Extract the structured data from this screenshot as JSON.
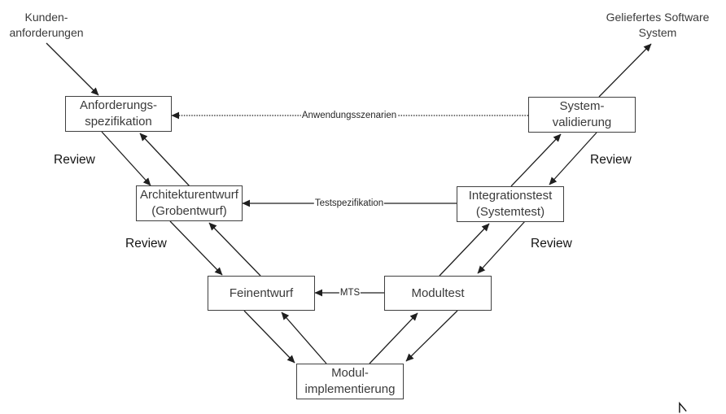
{
  "diagram": {
    "external_labels": {
      "input": "Kunden-\nanforderungen",
      "output": "Geliefertes Software\nSystem"
    },
    "nodes": [
      {
        "id": "anforderungsspezifikation",
        "label": "Anforderungs-\nspezifikation"
      },
      {
        "id": "systemvalidierung",
        "label": "System-\nvalidierung"
      },
      {
        "id": "architekturentwurf",
        "label": "Architekturentwurf\n(Grobentwurf)"
      },
      {
        "id": "integrationstest",
        "label": "Integrationstest\n(Systemtest)"
      },
      {
        "id": "feinentwurf",
        "label": "Feinentwurf"
      },
      {
        "id": "modultest",
        "label": "Modultest"
      },
      {
        "id": "modulimplementierung",
        "label": "Modul-\nimplementierung"
      }
    ],
    "review_label": "Review",
    "connector_labels": {
      "anwendungsszenarien": "Anwendungsszenarien",
      "testspezifikation": "Testspezifikation",
      "mts": "MTS"
    },
    "edges": [
      {
        "from": "kundenanforderungen",
        "to": "anforderungsspezifikation",
        "style": "solid"
      },
      {
        "from": "systemvalidierung",
        "to": "geliefertes-software-system",
        "style": "solid"
      },
      {
        "from": "anforderungsspezifikation",
        "to": "architekturentwurf",
        "style": "solid",
        "label": "Review"
      },
      {
        "from": "architekturentwurf",
        "to": "anforderungsspezifikation",
        "style": "solid"
      },
      {
        "from": "architekturentwurf",
        "to": "feinentwurf",
        "style": "solid",
        "label": "Review"
      },
      {
        "from": "feinentwurf",
        "to": "architekturentwurf",
        "style": "solid"
      },
      {
        "from": "feinentwurf",
        "to": "modulimplementierung",
        "style": "solid"
      },
      {
        "from": "modulimplementierung",
        "to": "feinentwurf",
        "style": "solid"
      },
      {
        "from": "modulimplementierung",
        "to": "modultest",
        "style": "solid"
      },
      {
        "from": "modultest",
        "to": "modulimplementierung",
        "style": "solid"
      },
      {
        "from": "modultest",
        "to": "integrationstest",
        "style": "solid",
        "label": "Review"
      },
      {
        "from": "integrationstest",
        "to": "modultest",
        "style": "solid"
      },
      {
        "from": "integrationstest",
        "to": "systemvalidierung",
        "style": "solid",
        "label": "Review"
      },
      {
        "from": "systemvalidierung",
        "to": "integrationstest",
        "style": "solid"
      },
      {
        "from": "systemvalidierung",
        "to": "anforderungsspezifikation",
        "style": "dotted",
        "label": "Anwendungsszenarien"
      },
      {
        "from": "integrationstest",
        "to": "architekturentwurf",
        "style": "solid",
        "label": "Testspezifikation"
      },
      {
        "from": "modultest",
        "to": "feinentwurf",
        "style": "solid",
        "label": "MTS"
      }
    ],
    "colors": {
      "background": "#ffffff",
      "box_border": "#404040",
      "line": "#1f1f1f",
      "text": "#3a3a3a"
    }
  }
}
